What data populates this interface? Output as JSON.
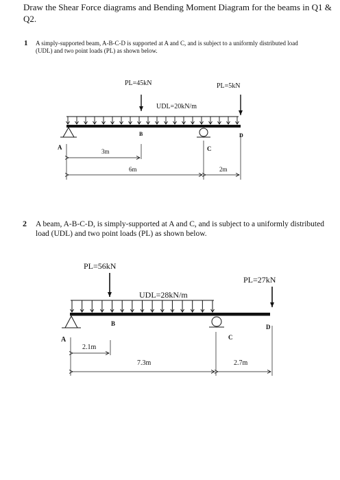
{
  "heading": "Draw the Shear Force diagrams and Bending Moment Diagram for the beams in Q1 & Q2.",
  "q1": {
    "number": "1",
    "text": "A simply-supported beam, A-B-C-D is supported at A and C, and is subject to a uniformly distributed load (UDL) and two point loads (PL) as shown below.",
    "labels": {
      "pl1": "PL=45kN",
      "pl2": "PL=5kN",
      "udl": "UDL=20kN/m",
      "A": "A",
      "B": "B",
      "C": "C",
      "D": "D",
      "dim1": "3m",
      "dim2": "6m",
      "dim3": "2m"
    }
  },
  "q2": {
    "number": "2",
    "text": "A beam, A-B-C-D, is simply-supported at A and C, and is subject to a uniformly distributed load (UDL) and two point loads (PL) as shown below.",
    "labels": {
      "pl1": "PL=56kN",
      "pl2": "PL=27kN",
      "udl": "UDL=28kN/m",
      "A": "A",
      "B": "B",
      "C": "C",
      "D": "D",
      "dim1": "2.1m",
      "dim2": "7.3m",
      "dim3": "2.7m"
    }
  }
}
